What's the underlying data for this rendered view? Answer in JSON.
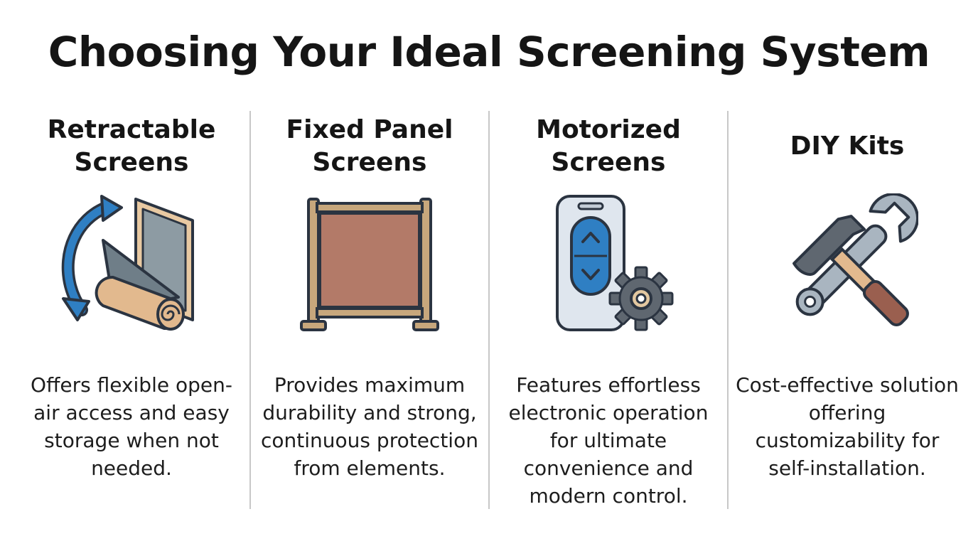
{
  "title": "Choosing Your Ideal Screening System",
  "columns": [
    {
      "heading_lines": [
        "Retractable",
        "Screens"
      ],
      "icon": "retractable-screen-icon",
      "description": "Offers flexible open-air access and easy storage when not needed."
    },
    {
      "heading_lines": [
        "Fixed Panel",
        "Screens"
      ],
      "icon": "fixed-panel-screen-icon",
      "description": "Provides maximum durability and strong, continuous protection from elements."
    },
    {
      "heading_lines": [
        "Motorized",
        "Screens"
      ],
      "icon": "remote-control-gear-icon",
      "description": "Features effortless electronic operation for ultimate convenience and modern control."
    },
    {
      "heading_lines": [
        "DIY Kits"
      ],
      "icon": "wrench-hammer-icon",
      "description": "Cost-effective solution offering customizability for self-installation."
    }
  ],
  "colors": {
    "blue": "#2f7fc3",
    "dark_outline": "#2b3441",
    "screen_gray": "#8d9ba3",
    "tan": "#e2b98e",
    "brown_panel": "#b37a68",
    "frame_tan": "#c7a77c",
    "remote_body": "#dfe6ee",
    "gear_gray": "#5f6770",
    "wood_handle": "#9a5f4f"
  }
}
